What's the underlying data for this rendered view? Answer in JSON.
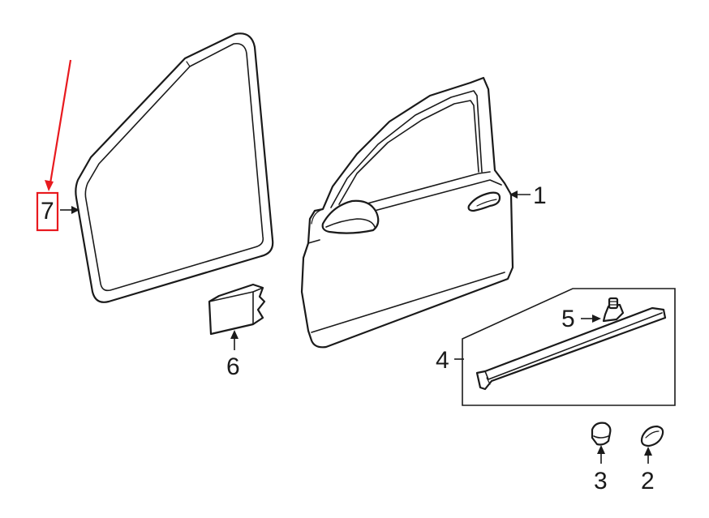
{
  "callouts": {
    "door_shell": "1",
    "nameplate_clip": "2",
    "grommet_plug": "3",
    "moulding_group": "4",
    "moulding_clip": "5",
    "insulator_pad": "6",
    "weatherstrip": "7"
  },
  "colors": {
    "line": "#1a1a1a",
    "highlight": "#e8191e",
    "background": "#ffffff"
  },
  "highlighted_callout": "7"
}
